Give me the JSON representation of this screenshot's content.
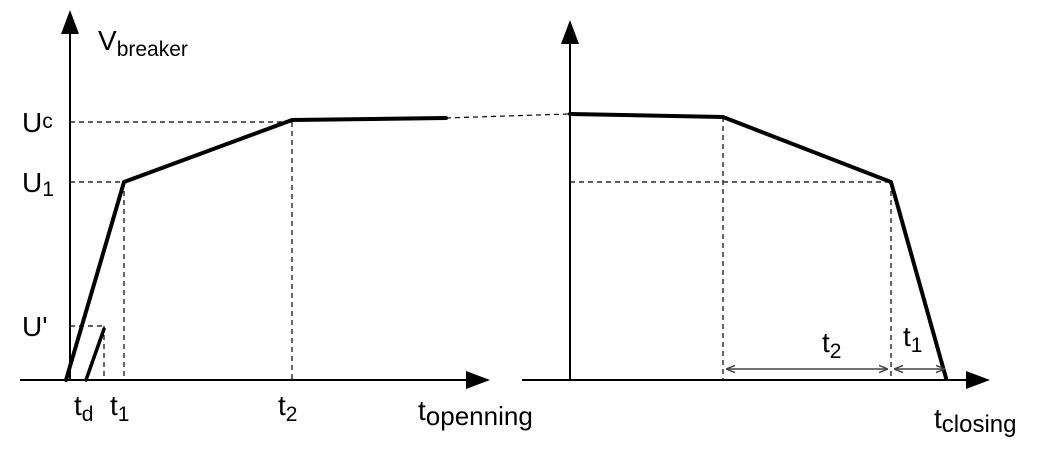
{
  "labels": {
    "v_main": "V",
    "v_sub": "breaker",
    "uc_main": "U",
    "uc_sub": "c",
    "u1_main": "U",
    "u1_sub": "1",
    "uprime": "U'",
    "td_main": "t",
    "td_sub": "d",
    "t1_main": "t",
    "t1_sub": "1",
    "t2_main": "t",
    "t2_sub": "2",
    "topen_main": "t",
    "topen_sub": "openning",
    "tclose_main": "t",
    "tclose_sub": "closing",
    "t2_span_main": "t",
    "t2_span_sub": "2",
    "t1_span_main": "t",
    "t1_span_sub": "1"
  }
}
